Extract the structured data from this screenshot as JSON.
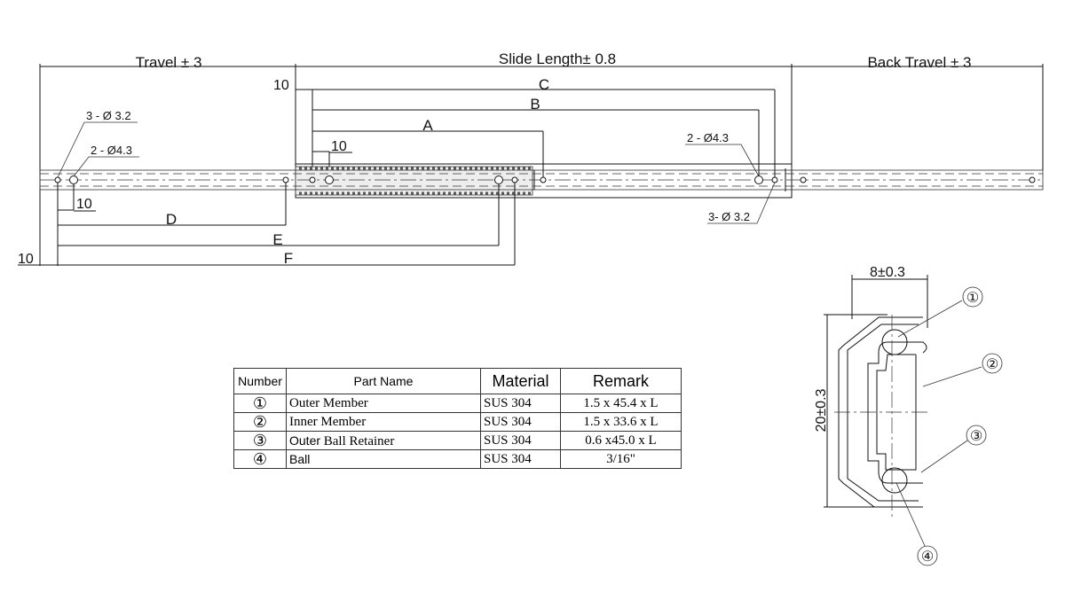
{
  "dimensions": {
    "travel": "Travel ± 3",
    "slide_length": "Slide Length± 0.8",
    "back_travel": "Back Travel ± 3",
    "a": "A",
    "b": "B",
    "c": "C",
    "d": "D",
    "e": "E",
    "f": "F",
    "ten_top": "10",
    "ten_inner": "10",
    "ten_left": "10",
    "ten_bottom": "10",
    "hole_left_small": "3 - Ø 3.2",
    "hole_left_large": "2 - Ø4.3",
    "hole_right_large": "2 - Ø4.3",
    "hole_right_small": "3- Ø 3.2"
  },
  "section": {
    "width": "8±0.3",
    "height": "20±0.3",
    "callouts": [
      "①",
      "②",
      "③",
      "④"
    ]
  },
  "table": {
    "headers": [
      "Number",
      "Part Name",
      "Material",
      "Remark"
    ],
    "rows": [
      {
        "number": "①",
        "name": "Outer Member",
        "material": "SUS 304",
        "remark": "1.5 x 45.4 x L"
      },
      {
        "number": "②",
        "name": "Inner Member",
        "material": "SUS 304",
        "remark": "1.5 x 33.6 x L"
      },
      {
        "number": "③",
        "name_bold": "Outer",
        "name": " Ball Retainer",
        "material": "SUS 304",
        "remark": "0.6 x45.0 x L"
      },
      {
        "number": "④",
        "name_bold": "Ball",
        "name": "",
        "material": "SUS 304",
        "remark": "3/16\""
      }
    ]
  }
}
